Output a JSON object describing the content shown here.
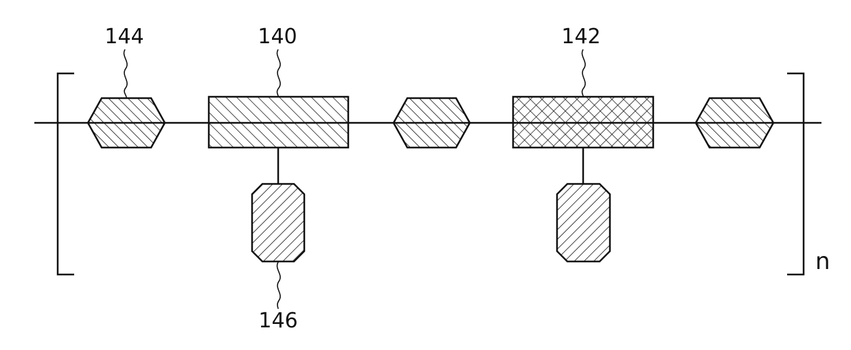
{
  "labels": {
    "unit_140": "140",
    "unit_142": "142",
    "unit_144": "144",
    "unit_146": "146",
    "repeat": "n"
  }
}
